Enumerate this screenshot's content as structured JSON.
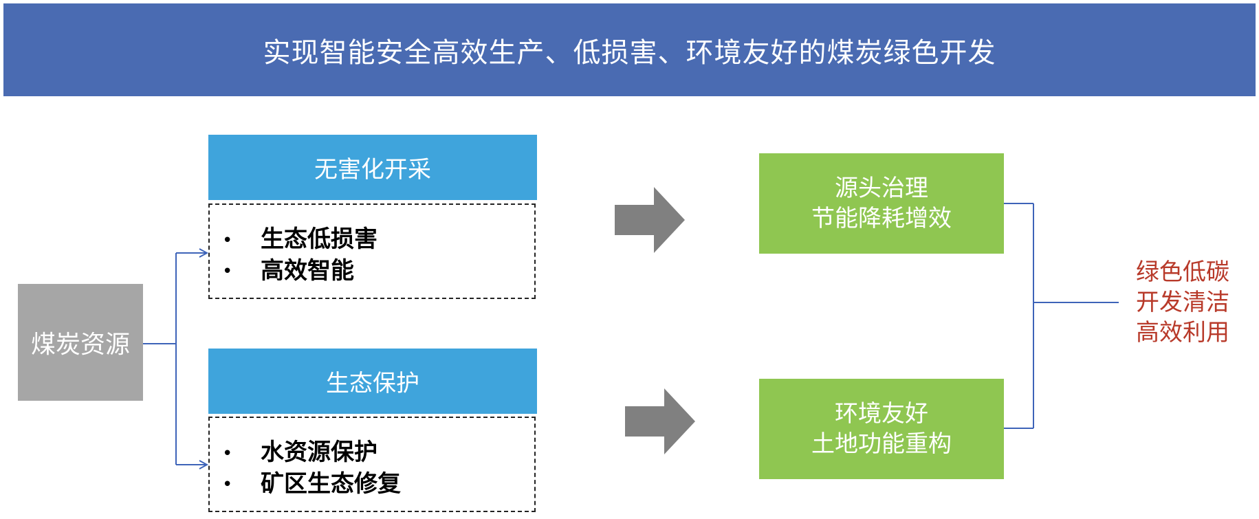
{
  "banner": {
    "title": "实现智能安全高效生产、低损害、环境友好的煤炭绿色开发"
  },
  "source": {
    "label": "煤炭资源"
  },
  "branches": [
    {
      "header": "无害化开采",
      "items": [
        "生态低损害",
        "高效智能"
      ]
    },
    {
      "header": "生态保护",
      "items": [
        "水资源保护",
        "矿区生态修复"
      ]
    }
  ],
  "outcomes": [
    {
      "line1": "源头治理",
      "line2": "节能降耗增效"
    },
    {
      "line1": "环境友好",
      "line2": "土地功能重构"
    }
  ],
  "result": {
    "line1": "绿色低碳",
    "line2": "开发清洁",
    "line3": "高效利用"
  },
  "bullet_glyph": "•",
  "colors": {
    "banner": "#4a6bb2",
    "source": "#a6a6a6",
    "branch_header": "#3fa4dc",
    "outcome": "#8fc651",
    "result_text": "#b83a2a",
    "connector": "#3d63b8",
    "arrow": "#808080"
  }
}
